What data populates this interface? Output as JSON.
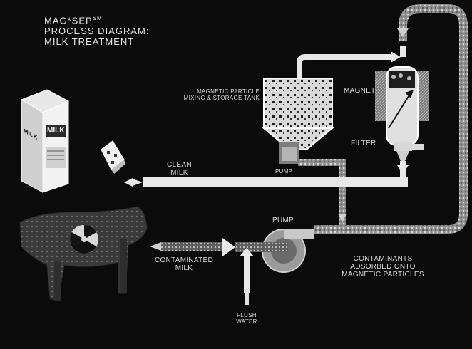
{
  "title": {
    "line1": "MAG*SEP",
    "sup": "SM",
    "line2": "PROCESS DIAGRAM:",
    "line3": "MILK TREATMENT"
  },
  "labels": {
    "mixing_tank": [
      "MAGNETIC PARTICLE",
      "MIXING & STORAGE TANK"
    ],
    "magnet": "MAGNET",
    "filter": "FILTER",
    "pump_top": "PUMP",
    "pump_main": "PUMP",
    "clean_milk": [
      "CLEAN",
      "MILK"
    ],
    "contaminated_milk": [
      "CONTAMINATED",
      "MILK"
    ],
    "contaminants": [
      "CONTAMINANTS",
      "ADSORBED ONTO",
      "MAGNETIC PARTICLES"
    ],
    "flush_water": [
      "FLUSH",
      "WATER"
    ]
  },
  "carton": {
    "side": "MILK",
    "front": "MILK"
  },
  "colors": {
    "background": "#0b0b0b",
    "pipe": "#e8e8e8",
    "dotted_pipe": "#9a9a9a",
    "text": "#d8d8d8"
  }
}
